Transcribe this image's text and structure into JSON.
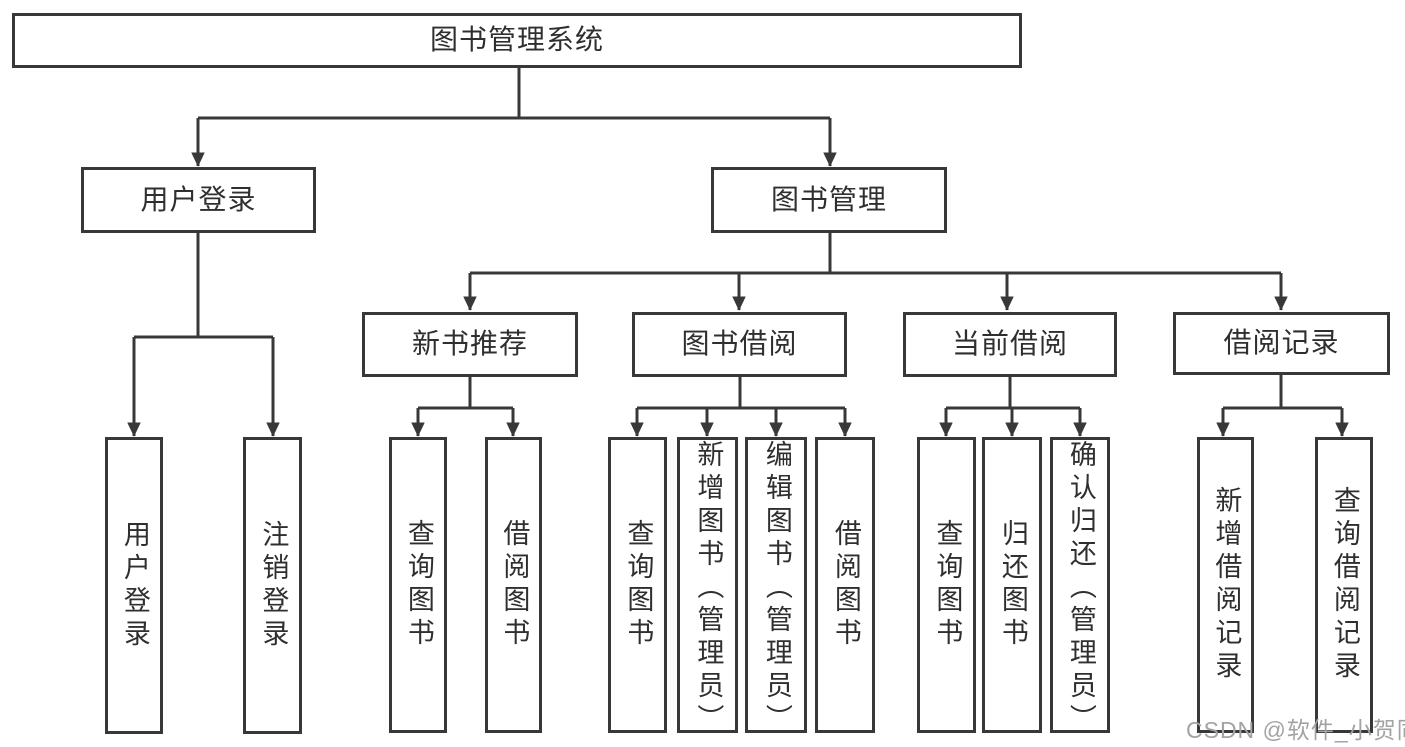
{
  "diagram": {
    "type": "hierarchy-tree",
    "colors": {
      "line": "#383838",
      "text": "#2f2f2f",
      "watermark": "#a3a3a3",
      "background": "#ffffff"
    },
    "nodes": {
      "root": "图书管理系统",
      "login": "用户登录",
      "manage": "图书管理",
      "recommend": "新书推荐",
      "borrow": "图书借阅",
      "current": "当前借阅",
      "records": "借阅记录",
      "leaf_login": "用户登录",
      "leaf_logout": "注销登录",
      "leaf_rec_query": "查询图书",
      "leaf_rec_borrow": "借阅图书",
      "leaf_bor_query": "查询图书",
      "leaf_bor_add": "新增图书（管理员）",
      "leaf_bor_edit": "编辑图书（管理员）",
      "leaf_bor_borrow": "借阅图书",
      "leaf_cur_query": "查询图书",
      "leaf_cur_return": "归还图书",
      "leaf_cur_confirm": "确认归还（管理员）",
      "leaf_log_add": "新增借阅记录",
      "leaf_log_query": "查询借阅记录"
    },
    "watermark": "CSDN @软件_小贺同学"
  }
}
